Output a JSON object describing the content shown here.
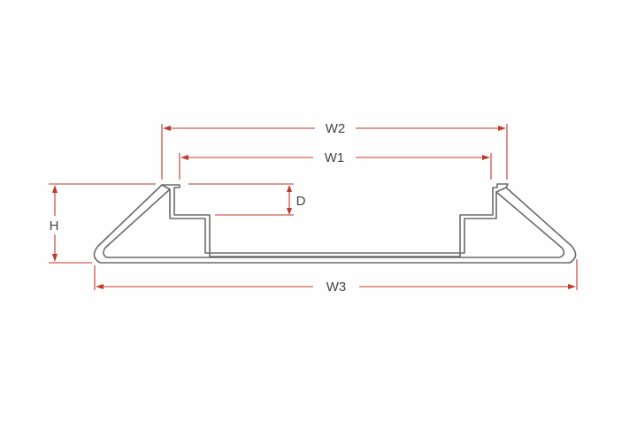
{
  "labels": {
    "w1": "W1",
    "w2": "W2",
    "w3": "W3",
    "h": "H",
    "d": "D"
  },
  "colors": {
    "dimension_line": "#c0392b",
    "profile_line": "#6b6b6b",
    "label_text": "#444444",
    "background": "#fefefe"
  }
}
